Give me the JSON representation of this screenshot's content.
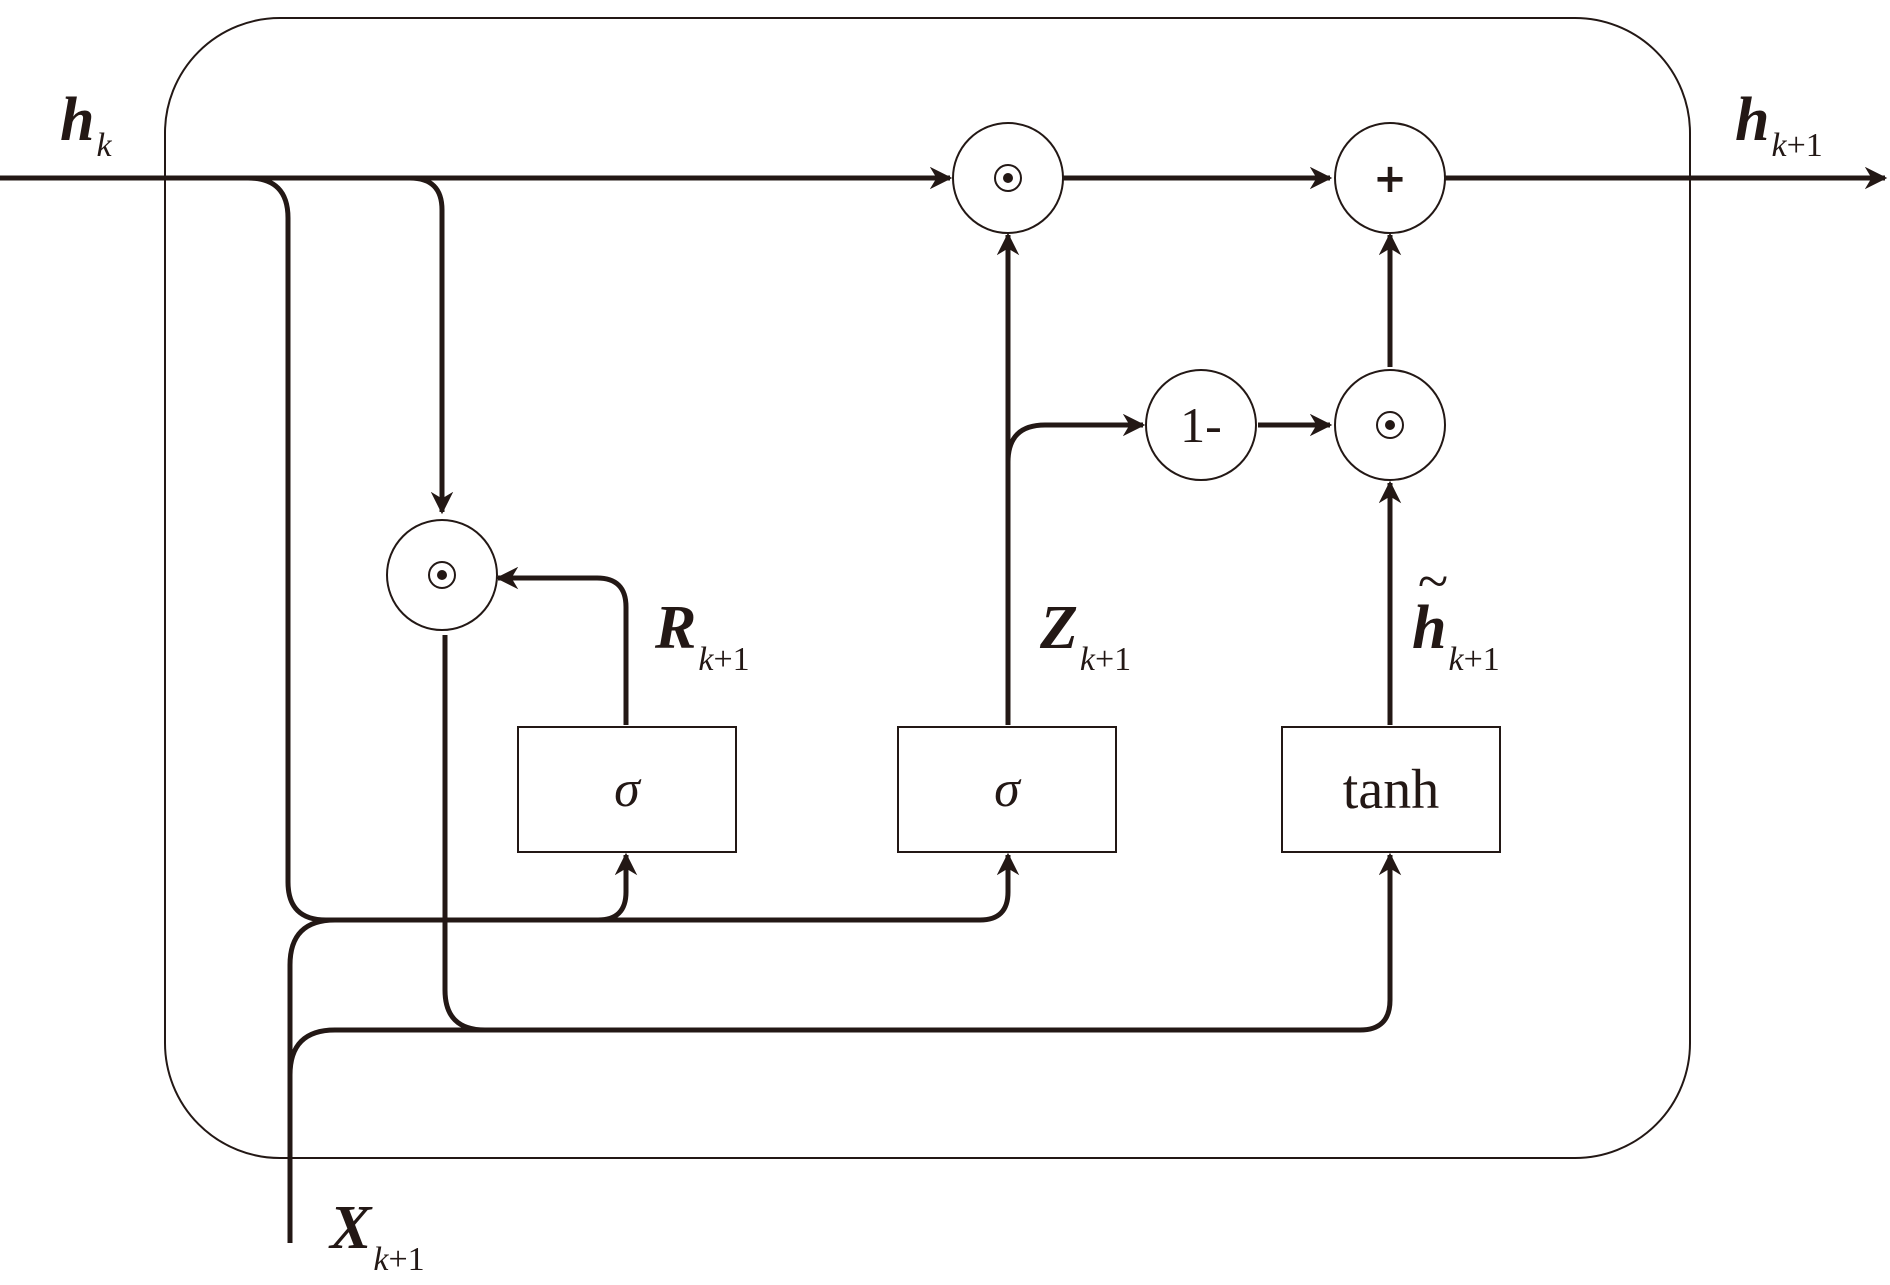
{
  "inputs": {
    "h_prev": {
      "base": "h",
      "sub": "k"
    },
    "x_in": {
      "base": "X",
      "sub_var": "k",
      "sub_tail": "+1"
    }
  },
  "outputs": {
    "h_next": {
      "base": "h",
      "sub_var": "k",
      "sub_tail": "+1"
    }
  },
  "signals": {
    "reset": {
      "base": "R",
      "sub_var": "k",
      "sub_tail": "+1"
    },
    "update": {
      "base": "Z",
      "sub_var": "k",
      "sub_tail": "+1"
    },
    "candidate": {
      "base": "h",
      "tilde": "~",
      "sub_var": "k",
      "sub_tail": "+1"
    }
  },
  "gates": {
    "reset_gate": "σ",
    "update_gate": "σ",
    "candidate_gate": "tanh"
  },
  "operators": {
    "sum": "+",
    "one_minus": "1-"
  },
  "colors": {
    "stroke": "#231815",
    "background": "#ffffff"
  }
}
